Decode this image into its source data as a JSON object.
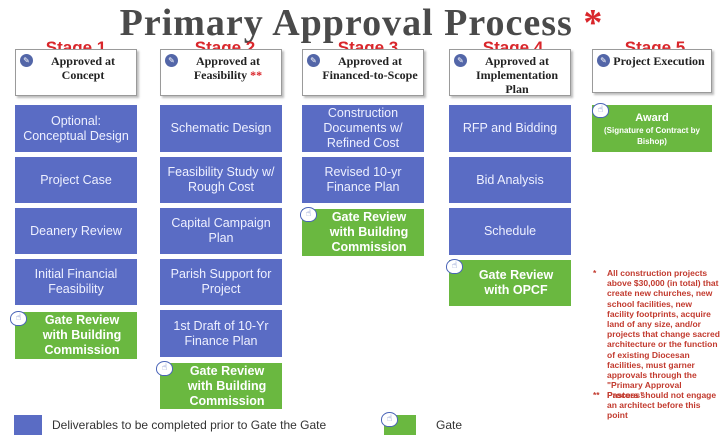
{
  "title": {
    "text": "Primary Approval Process",
    "asterisk": "*"
  },
  "stages": [
    {
      "label": "Stage 1",
      "approval": "Approved at Concept",
      "mark": ""
    },
    {
      "label": "Stage 2",
      "approval": "Approved at Feasibility",
      "mark": "**"
    },
    {
      "label": "Stage 3",
      "approval": "Approved at Financed-to-Scope",
      "mark": ""
    },
    {
      "label": "Stage 4",
      "approval": "Approved at Implementation Plan",
      "mark": ""
    },
    {
      "label": "Stage 5",
      "approval": "Project Execution",
      "mark": ""
    }
  ],
  "deliverables": {
    "stage1": [
      "Optional: Conceptual Design",
      "Project Case",
      "Deanery Review",
      "Initial Financial Feasibility"
    ],
    "stage2": [
      "Schematic Design",
      "Feasibility Study w/ Rough Cost",
      "Capital Campaign Plan",
      "Parish Support for Project",
      "1st Draft of 10-Yr Finance Plan"
    ],
    "stage3": [
      "Construction Documents w/ Refined Cost",
      "Revised 10-yr Finance Plan"
    ],
    "stage4": [
      "RFP and Bidding",
      "Bid Analysis",
      "Schedule"
    ]
  },
  "gates": {
    "stage1": "Gate Review with Building Commission",
    "stage2": "Gate Review with Building Commission",
    "stage3": "Gate Review with Building Commission",
    "stage4": "Gate Review with OPCF",
    "stage5": {
      "title": "Award",
      "sub": "(Signature of Contract by Bishop)"
    }
  },
  "notes": [
    {
      "marker": "*",
      "text": "All construction projects above $30,000 (in total) that create new churches, new school facilities, new facility footprints, acquire land of any size, and/or projects that change sacred architecture or the function of existing Diocesan facilities, must garner approvals through the \"Primary Approval Process\""
    },
    {
      "marker": "**",
      "text": "Pastors should not engage an architect before this point"
    }
  ],
  "legend": {
    "deliverables": "Deliverables to be completed prior to Gate the Gate",
    "gate": "Gate"
  },
  "colors": {
    "stage_red": "#d9262b",
    "deliverable_blue": "#5a6cc4",
    "gate_green": "#6ab840",
    "title_gray": "#4a4a4a"
  },
  "icons": {
    "stage": "clipboard-icon",
    "gate": "thumbs-up-icon"
  }
}
